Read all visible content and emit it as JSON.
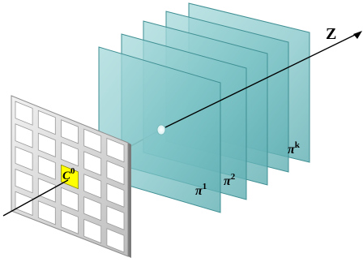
{
  "labels": {
    "axis": "Z",
    "grid_cell": "C",
    "grid_cell_sup": "0",
    "plane_symbol": "π",
    "plane_1_sup": "1",
    "plane_2_sup": "2",
    "plane_k_sup": "k"
  },
  "colors": {
    "plane_fill": "#7cc3c6",
    "plane_edge": "#3f8f93",
    "grid_back": "#8e8e8e",
    "grid_front": "#c9c9c9",
    "cell_fill": "#ffffff",
    "highlight_cell": "#ffff00",
    "axis_line": "#000000"
  }
}
